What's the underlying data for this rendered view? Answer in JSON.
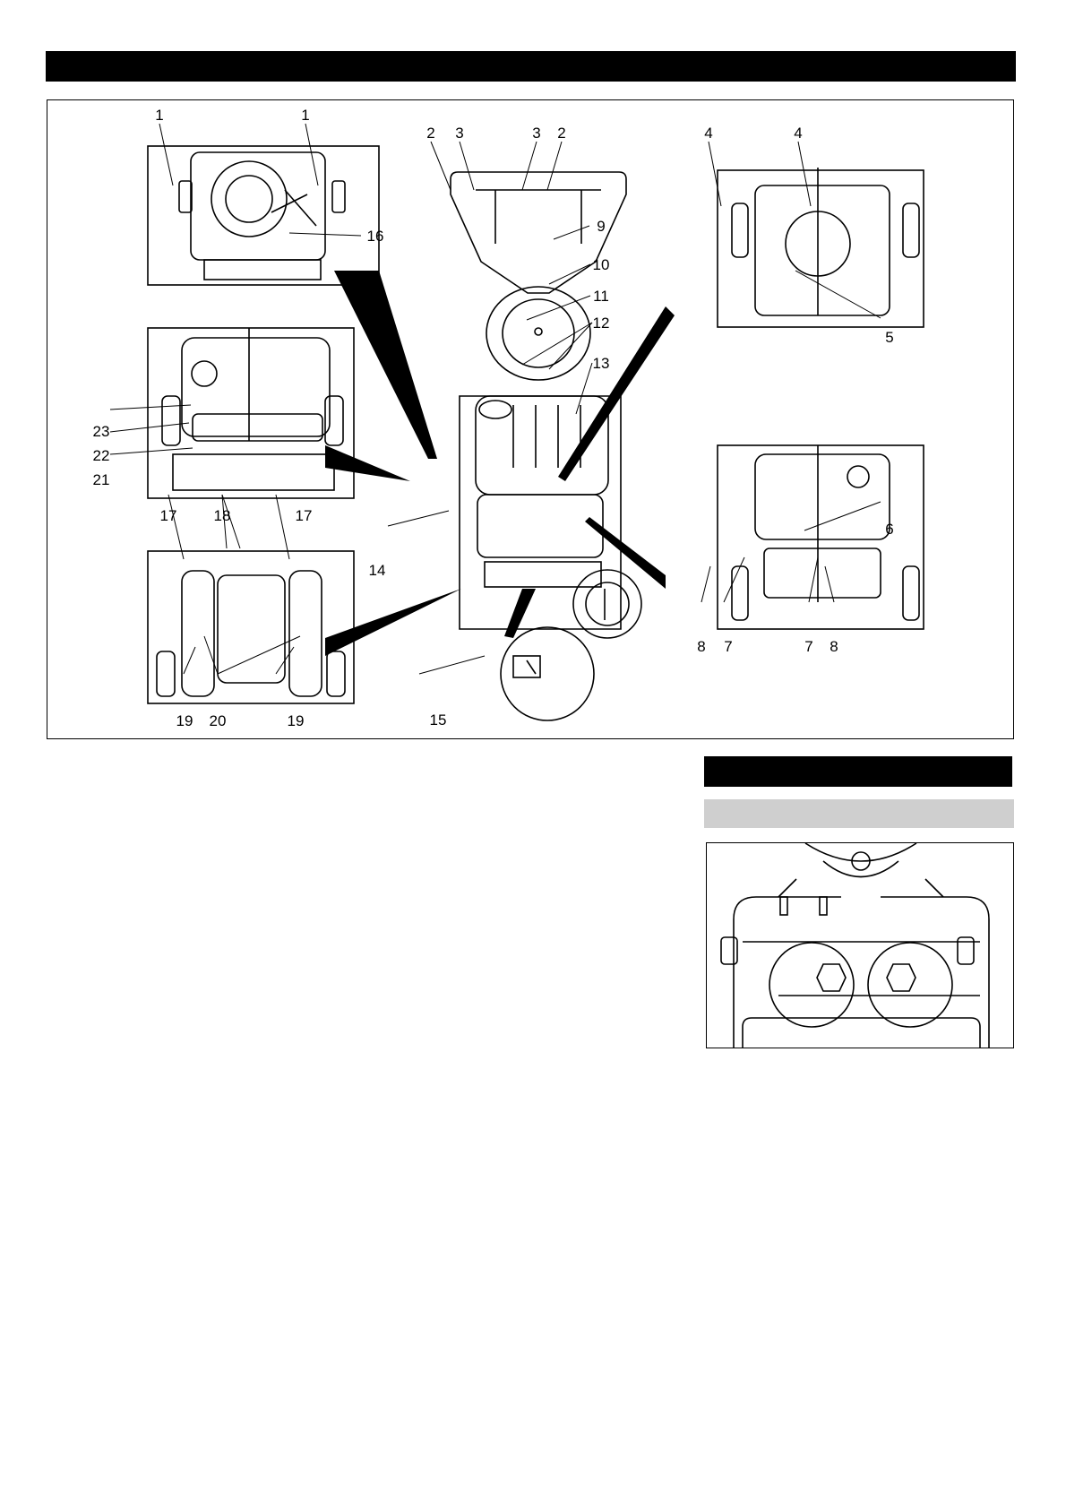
{
  "header": {
    "title": ""
  },
  "figure": {
    "callouts": [
      "1",
      "1",
      "2",
      "3",
      "3",
      "2",
      "4",
      "4",
      "9",
      "10",
      "11",
      "12",
      "13",
      "16",
      "5",
      "23",
      "22",
      "21",
      "14",
      "6",
      "17",
      "18",
      "17",
      "8",
      "7",
      "7",
      "8",
      "19",
      "20",
      "19",
      "15"
    ]
  },
  "side_section": {
    "heading": "",
    "subheading": ""
  },
  "colors": {
    "header_bar": "#000000",
    "subheader_bar": "#cfcfcf",
    "line": "#000000"
  }
}
